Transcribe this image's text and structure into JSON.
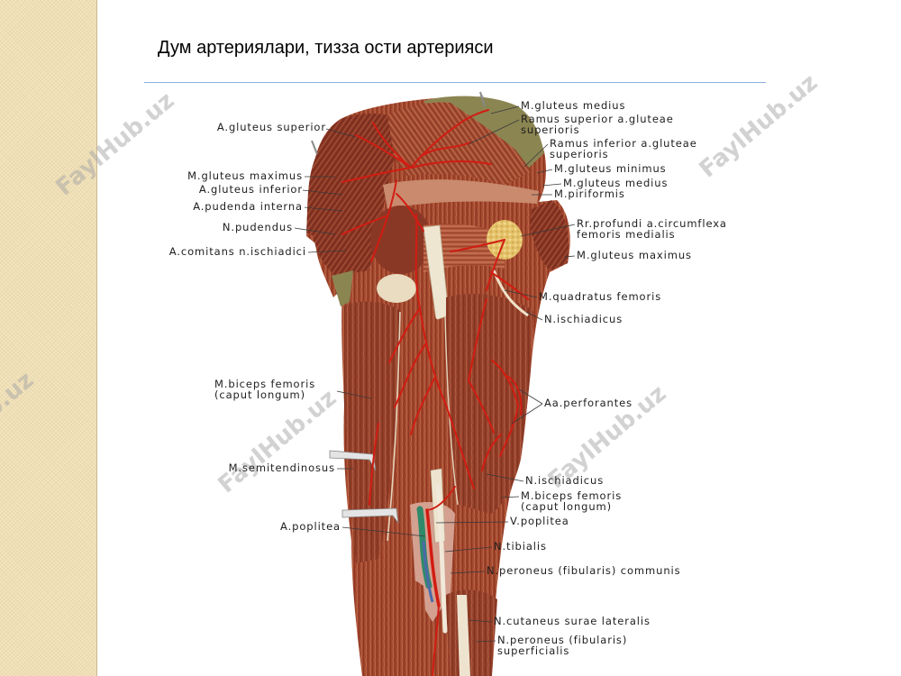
{
  "slide": {
    "title": "Дум артериялари, тизза ости артерияси"
  },
  "watermark": {
    "text": "FaylHub.uz"
  },
  "labels": {
    "left": [
      "A.gluteus superior",
      "M.gluteus maximus",
      "A.gluteus inferior",
      "A.pudenda interna",
      "N.pudendus",
      "A.comitans n.ischiadici",
      "M.biceps femoris",
      "(caput longum)",
      "M.semitendinosus",
      "A.poplitea"
    ],
    "right": [
      "M.gluteus medius",
      "Ramus superior a.gluteae",
      "superioris",
      "Ramus inferior a.gluteae",
      "superioris",
      "M.gluteus minimus",
      "M.gluteus medius",
      "M.piriformis",
      "Rr.profundi a.circumflexa",
      "femoris medialis",
      "M.gluteus maximus",
      "M.quadratus femoris",
      "N.ischiadicus",
      "Aa.perforantes",
      "N.ischiadicus",
      "M.biceps femoris",
      "(caput longum)",
      "V.poplitea",
      "N.tibialis",
      "N.peroneus (fibularis) communis",
      "N.cutaneus surae lateralis",
      "N.peroneus (fibularis)",
      "superficialis"
    ]
  },
  "colors": {
    "strip": "#f3e5bf",
    "rule": "#8db3e2",
    "artery": "#d21c12",
    "vein": "#2f8a6a"
  }
}
